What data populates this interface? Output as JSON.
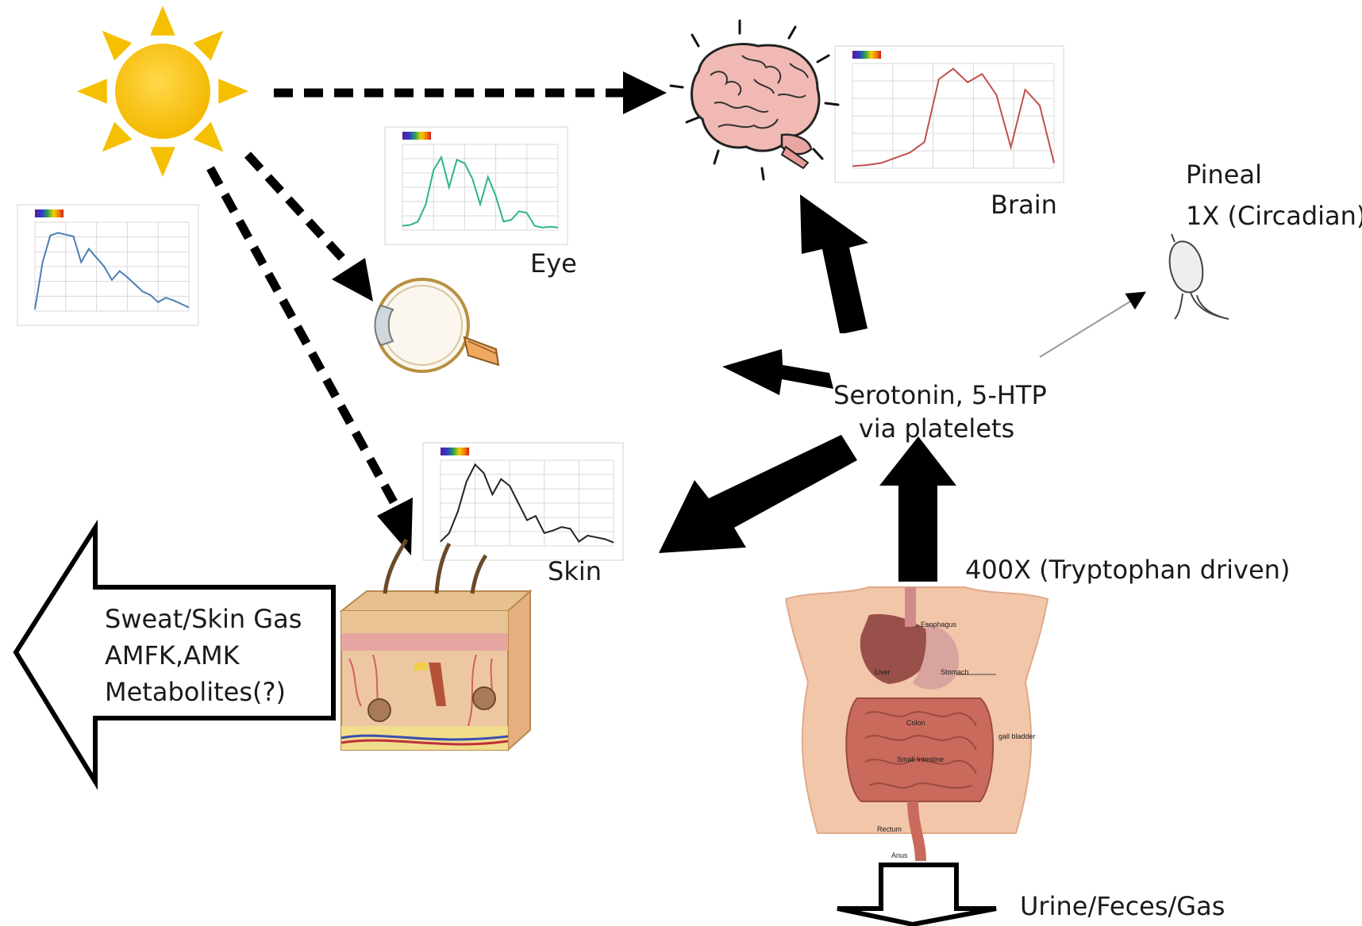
{
  "labels": {
    "eye": "Eye",
    "brain": "Brain",
    "skin": "Skin",
    "pineal_line1": "Pineal",
    "pineal_line2": "1X (Circadian)",
    "serotonin_line1": "Serotonin, 5-HTP",
    "serotonin_line2": "via platelets",
    "gut_production": "400X (Tryptophan driven)",
    "excretion": "Urine/Feces/Gas",
    "sweat_line1": "Sweat/Skin Gas",
    "sweat_line2": "AMFK,AMK",
    "sweat_line3": "Metabolites(?)"
  },
  "anatomy_labels": {
    "esophagus": "Esophagus",
    "liver": "Liver",
    "stomach": "Stomach",
    "gall_bladder": "gall bladder",
    "colon": "Colon",
    "small_intestine": "Small Intestine",
    "rectum": "Rectum",
    "anus": "Anus"
  },
  "colors": {
    "sun": "#f5c400",
    "sun_rays": "#f5c000",
    "sky_spectrum": "#4a7fb5",
    "eye_spectrum": "#2fb38a",
    "brain_spectrum": "#c0504d",
    "skin_spectrum": "#222222",
    "brain": "#f1b9b4",
    "skin_tissue": "#e9b98a",
    "gut": "#c8685f",
    "arrow": "#000000"
  },
  "spectra": {
    "sky": [
      0.02,
      0.55,
      0.85,
      0.88,
      0.86,
      0.84,
      0.55,
      0.7,
      0.6,
      0.5,
      0.35,
      0.45,
      0.38,
      0.3,
      0.22,
      0.18,
      0.1,
      0.15,
      0.12,
      0.08,
      0.04
    ],
    "eye": [
      0.05,
      0.06,
      0.1,
      0.3,
      0.7,
      0.85,
      0.5,
      0.82,
      0.78,
      0.6,
      0.3,
      0.62,
      0.4,
      0.1,
      0.12,
      0.22,
      0.2,
      0.05,
      0.03,
      0.04,
      0.03
    ],
    "brain": [
      0.02,
      0.03,
      0.05,
      0.1,
      0.15,
      0.25,
      0.85,
      0.95,
      0.82,
      0.9,
      0.7,
      0.2,
      0.75,
      0.6,
      0.05
    ],
    "skin": [
      0.05,
      0.15,
      0.4,
      0.75,
      0.95,
      0.85,
      0.6,
      0.78,
      0.7,
      0.5,
      0.3,
      0.35,
      0.15,
      0.18,
      0.22,
      0.2,
      0.05,
      0.12,
      0.1,
      0.08,
      0.04
    ]
  }
}
